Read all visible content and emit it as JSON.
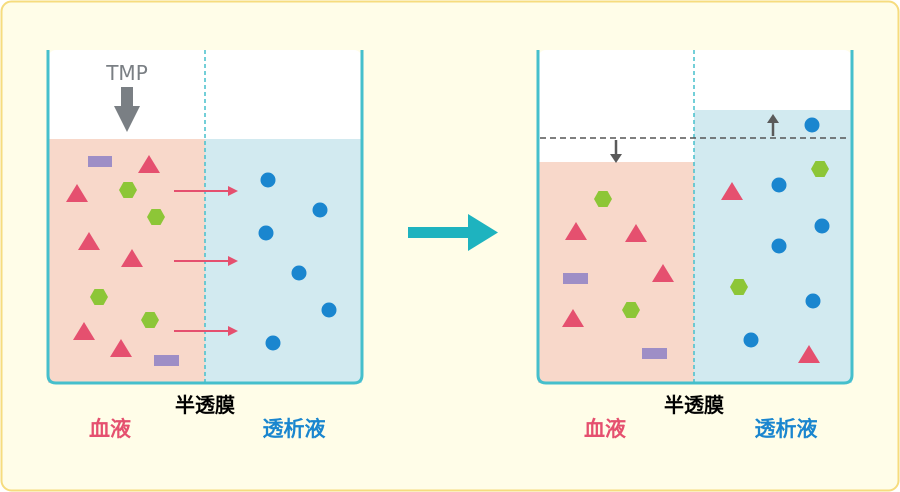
{
  "colors": {
    "background": "#fffde8",
    "border": "#f6dc7e",
    "container": "#45bfcc",
    "blood_fill": "#f8d8ca",
    "dialysate_fill": "#d2eaf0",
    "triangle": "#e5506f",
    "hexagon": "#8dc637",
    "rect": "#9e8ec6",
    "circle": "#1a86cf",
    "arrow_red": "#e5506f",
    "arrow_big": "#1eb3bf",
    "arrow_gray": "#5a5a5a",
    "tmp_arrow": "#7a7f84",
    "blood_label": "#e5506f",
    "dialysate_label": "#1a86cf",
    "membrane_label": "#000000"
  },
  "left_panel": {
    "tmp_label": "TMP",
    "membrane_label": "半透膜",
    "blood_label": "血液",
    "dialysate_label": "透析液"
  },
  "right_panel": {
    "membrane_label": "半透膜",
    "blood_label": "血液",
    "dialysate_label": "透析液"
  },
  "icons": {
    "tmp_pressure": "down-arrow-icon",
    "process_transition": "right-arrow-icon",
    "level_drop": "down-arrow-icon",
    "level_rise": "up-arrow-icon",
    "filtration_flow": "right-arrow-icon"
  }
}
